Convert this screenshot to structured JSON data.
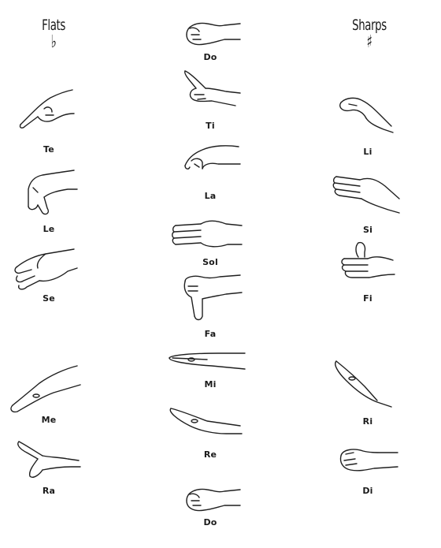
{
  "headers": {
    "flats": {
      "title": "Flats",
      "symbol": "♭"
    },
    "sharps": {
      "title": "Sharps",
      "symbol": "♯"
    }
  },
  "signs": {
    "do_top": "Do",
    "ti": "Ti",
    "la": "La",
    "sol": "Sol",
    "fa": "Fa",
    "mi": "Mi",
    "re": "Re",
    "do_bottom": "Do",
    "te": "Te",
    "le": "Le",
    "se": "Se",
    "me": "Me",
    "ra": "Ra",
    "li": "Li",
    "si": "Si",
    "fi": "Fi",
    "ri": "Ri",
    "di": "Di"
  }
}
